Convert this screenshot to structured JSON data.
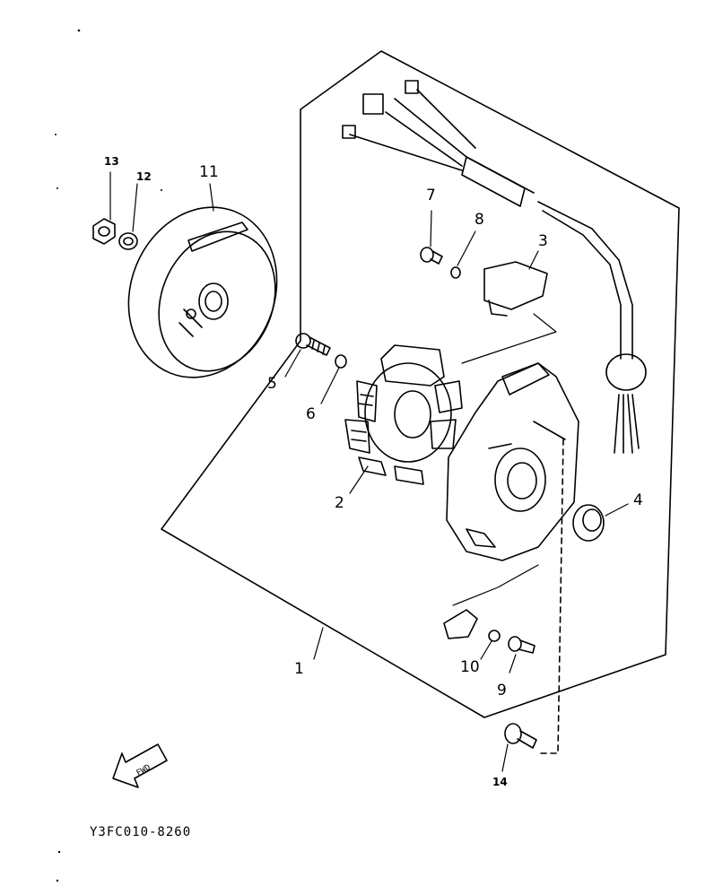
{
  "diagram": {
    "title": "Generator exploded view",
    "code": "Y3FC010-8260",
    "direction_arrow_text": "FWD",
    "callouts": [
      {
        "id": "1",
        "text": "1"
      },
      {
        "id": "2",
        "text": "2"
      },
      {
        "id": "3",
        "text": "3"
      },
      {
        "id": "4",
        "text": "4"
      },
      {
        "id": "5",
        "text": "5"
      },
      {
        "id": "6",
        "text": "6"
      },
      {
        "id": "7",
        "text": "7"
      },
      {
        "id": "8",
        "text": "8"
      },
      {
        "id": "9",
        "text": "9"
      },
      {
        "id": "10",
        "text": "10"
      },
      {
        "id": "11",
        "text": "11"
      },
      {
        "id": "12",
        "text": "12"
      },
      {
        "id": "13",
        "text": "13"
      },
      {
        "id": "14",
        "text": "14"
      }
    ]
  },
  "colors": {
    "ink": "#000000",
    "paper": "#ffffff"
  }
}
